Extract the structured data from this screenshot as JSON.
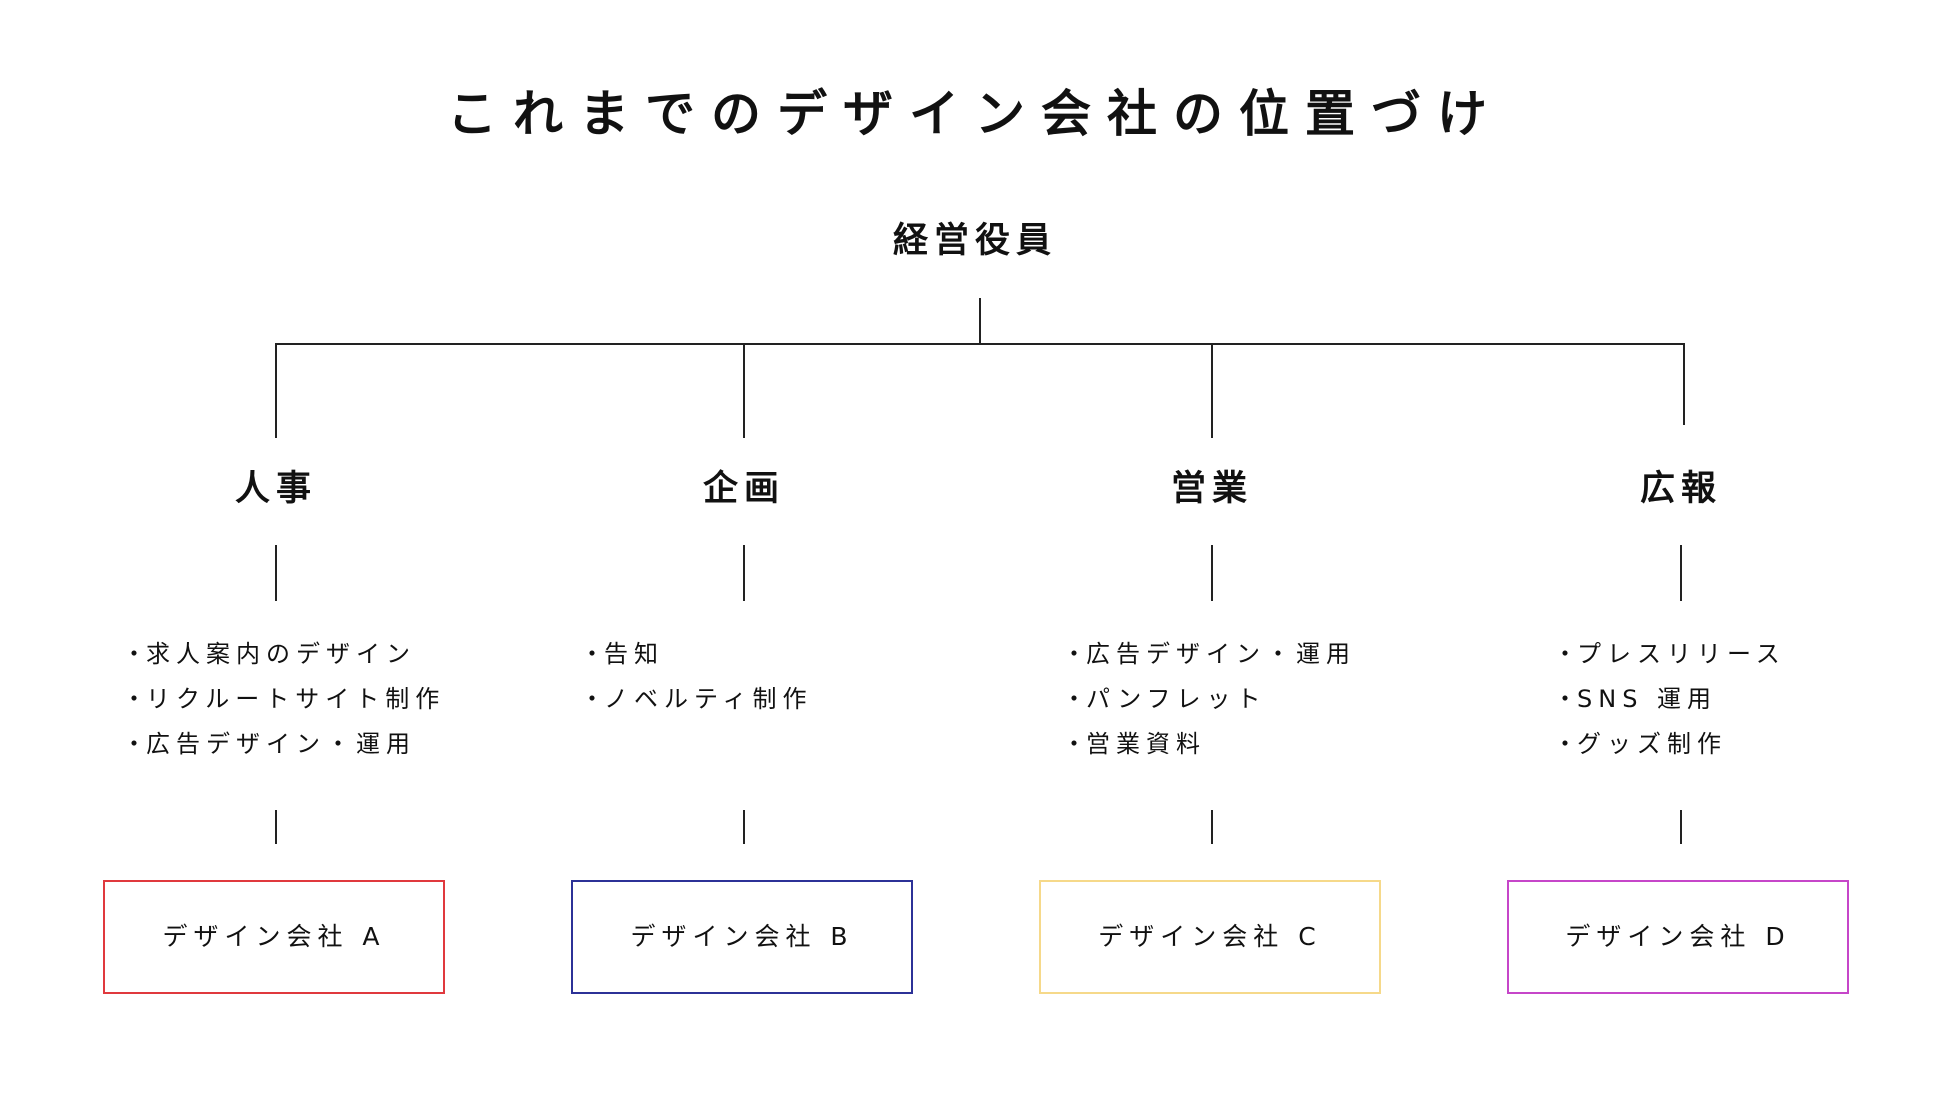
{
  "title": "これまでのデザイン会社の位置づけ",
  "root": "経営役員",
  "departments": [
    {
      "name": "人事",
      "tasks": [
        "求人案内のデザイン",
        "リクルートサイト制作",
        "広告デザイン・運用"
      ],
      "company": "デザイン会社 A",
      "color": "#e0393e"
    },
    {
      "name": "企画",
      "tasks": [
        "告知",
        "ノベルティ制作"
      ],
      "company": "デザイン会社 B",
      "color": "#2c3197"
    },
    {
      "name": "営業",
      "tasks": [
        "広告デザイン・運用",
        "パンフレット",
        "営業資料"
      ],
      "company": "デザイン会社 C",
      "color": "#f6d98a"
    },
    {
      "name": "広報",
      "tasks": [
        "プレスリリース",
        "SNS 運用",
        "グッズ制作"
      ],
      "company": "デザイン会社 D",
      "color": "#c646c9"
    }
  ],
  "bullet": "・"
}
